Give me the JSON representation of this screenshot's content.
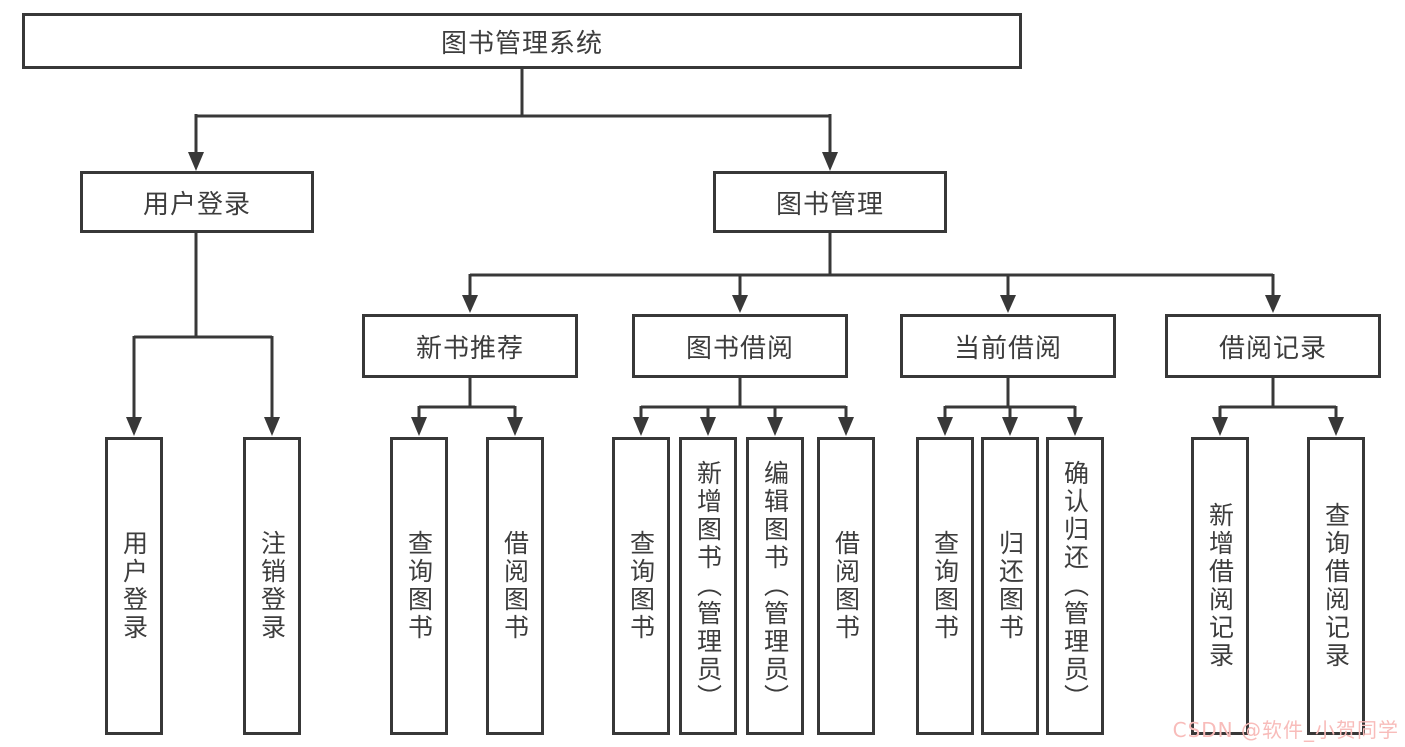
{
  "diagram": {
    "label": "图书管理系统",
    "children": [
      {
        "label": "用户登录",
        "children": [
          {
            "label": "用户登录"
          },
          {
            "label": "注销登录"
          }
        ]
      },
      {
        "label": "图书管理",
        "children": [
          {
            "label": "新书推荐",
            "children": [
              {
                "label": "查询图书"
              },
              {
                "label": "借阅图书"
              }
            ]
          },
          {
            "label": "图书借阅",
            "children": [
              {
                "label": "查询图书"
              },
              {
                "label": "新增图书（管理员）"
              },
              {
                "label": "编辑图书（管理员）"
              },
              {
                "label": "借阅图书"
              }
            ]
          },
          {
            "label": "当前借阅",
            "children": [
              {
                "label": "查询图书"
              },
              {
                "label": "归还图书"
              },
              {
                "label": "确认归还（管理员）"
              }
            ]
          },
          {
            "label": "借阅记录",
            "children": [
              {
                "label": "新增借阅记录"
              },
              {
                "label": "查询借阅记录"
              }
            ]
          }
        ]
      }
    ]
  },
  "watermark": {
    "text": "CSDN @软件_小贺同学"
  },
  "colors": {
    "line": "#383838",
    "node_text": "#3d3d3d",
    "watermark": "#f8bcba",
    "background": "#ffffff"
  }
}
